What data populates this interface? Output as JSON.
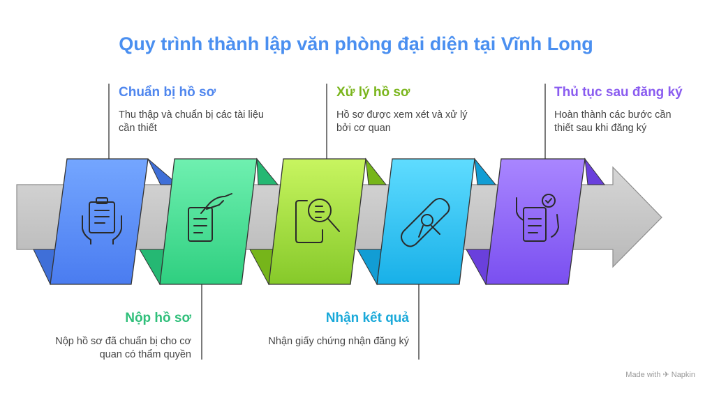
{
  "title": "Quy trình thành lập văn phòng đại diện tại Vĩnh Long",
  "steps": [
    {
      "title": "Chuẩn bị hồ sơ",
      "desc": "Thu thập và chuẩn bị các tài liệu cần thiết",
      "color": "#5b8ff5",
      "icon": "clipboard-hands-icon"
    },
    {
      "title": "Nộp hồ sơ",
      "desc": "Nộp hồ sơ đã chuẩn bị cho cơ quan có thẩm quyền",
      "color": "#3ed38a",
      "icon": "hand-document-icon"
    },
    {
      "title": "Xử lý hồ sơ",
      "desc": "Hồ sơ được xem xét và xử lý bởi cơ quan",
      "color": "#8ac926",
      "icon": "document-magnifier-icon"
    },
    {
      "title": "Nhận kết quả",
      "desc": "Nhận giấy chứng nhận đăng ký",
      "color": "#1fb5e6",
      "icon": "certificate-scroll-icon"
    },
    {
      "title": "Thủ tục sau đăng ký",
      "desc": "Hoàn thành các bước cần thiết sau khi đăng ký",
      "color": "#8a5cf0",
      "icon": "checklist-hands-icon"
    }
  ],
  "footer": "Made with ✈ Napkin"
}
